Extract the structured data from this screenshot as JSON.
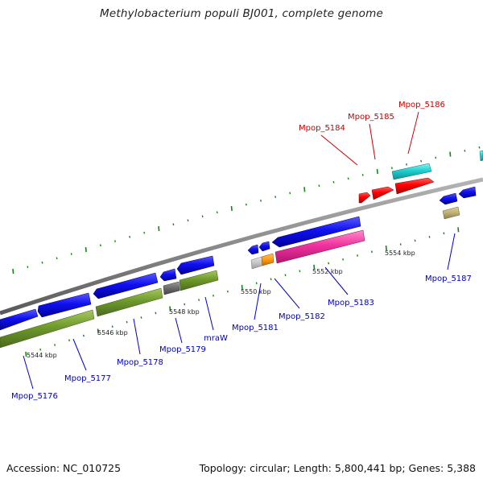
{
  "title": "Methylobacterium populi BJ001, complete genome",
  "footer": {
    "accession": "Accession: NC_010725",
    "summary": "Topology: circular; Length: 5,800,441 bp; Genes: 5,388"
  },
  "colors": {
    "forward_label": "#cc0000",
    "reverse_label": "#0000bb",
    "leader": "#0000cc",
    "leader_forward": "#cc0000",
    "tick": "#118811",
    "backbone": "#888888"
  },
  "scale_labels": [
    {
      "text": "5544 kbp"
    },
    {
      "text": "5546 kbp"
    },
    {
      "text": "5548 kbp"
    },
    {
      "text": "5550 kbp"
    },
    {
      "text": "5552 kbp"
    },
    {
      "text": "5554 kbp"
    }
  ],
  "gene_labels": [
    {
      "text": "Mpop_5184",
      "strand": "forward"
    },
    {
      "text": "Mpop_5185",
      "strand": "forward"
    },
    {
      "text": "Mpop_5186",
      "strand": "forward"
    },
    {
      "text": "Mpop_5187",
      "strand": "reverse"
    },
    {
      "text": "Mpop_5183",
      "strand": "reverse"
    },
    {
      "text": "Mpop_5182",
      "strand": "reverse"
    },
    {
      "text": "Mpop_5181",
      "strand": "reverse"
    },
    {
      "text": "mraW",
      "strand": "reverse"
    },
    {
      "text": "Mpop_5179",
      "strand": "reverse"
    },
    {
      "text": "Mpop_5178",
      "strand": "reverse"
    },
    {
      "text": "Mpop_5177",
      "strand": "reverse"
    },
    {
      "text": "Mpop_5176",
      "strand": "reverse"
    }
  ]
}
